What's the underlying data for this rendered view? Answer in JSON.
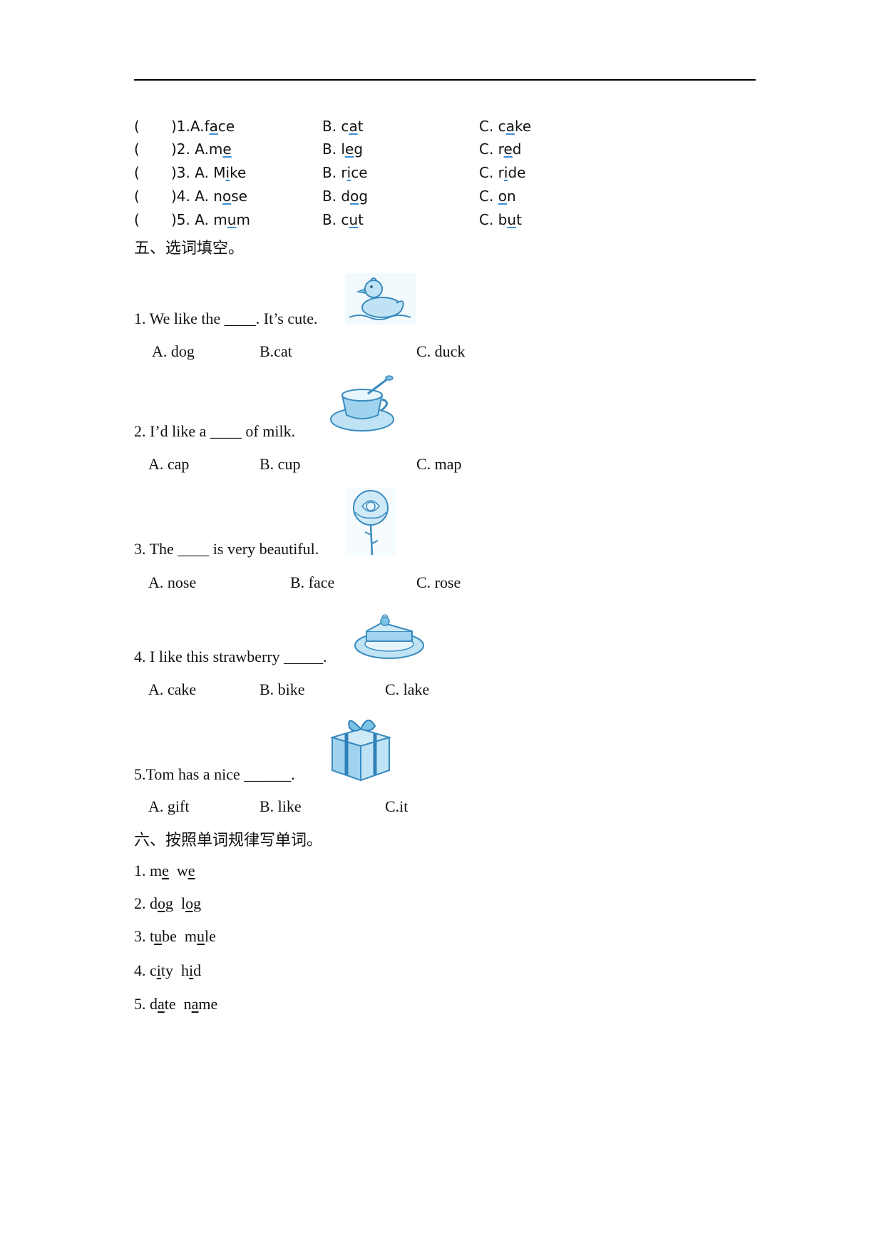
{
  "phonics": [
    {
      "paren": "(",
      "q": ")1.A.",
      "qa": "f",
      "qb": "a",
      "qc": "ce",
      "b_pre": "B. c",
      "b_u": "a",
      "b_post": "t",
      "c_pre": "C. c",
      "c_u": "a",
      "c_post": "ke"
    },
    {
      "paren": "(",
      "q": ")2. A.m",
      "qa": "",
      "qb": "e",
      "qc": "",
      "b_pre": "B. l",
      "b_u": "e",
      "b_post": "g",
      "c_pre": "C. r",
      "c_u": "e",
      "c_post": "d"
    },
    {
      "paren": "(",
      "q": ")3. A. M",
      "qa": "",
      "qb": "i",
      "qc": "ke",
      "b_pre": "B. r",
      "b_u": "i",
      "b_post": "ce",
      "c_pre": "C. r",
      "c_u": "i",
      "c_post": "de"
    },
    {
      "paren": "(",
      "q": ")4. A. n",
      "qa": "",
      "qb": "o",
      "qc": "se",
      "b_pre": "B. d",
      "b_u": "o",
      "b_post": "g",
      "c_pre": "C. ",
      "c_u": "o",
      "c_post": "n"
    },
    {
      "paren": "(",
      "q": ")5. A. m",
      "qa": "",
      "qb": "u",
      "qc": "m",
      "b_pre": "B. c",
      "b_u": "u",
      "b_post": "t",
      "c_pre": "C. b",
      "c_u": "u",
      "c_post": "t"
    }
  ],
  "section5": {
    "heading": "五、选词填空。",
    "questions": [
      {
        "text": "1. We like the ____. It’s cute.",
        "options": [
          "A. dog",
          "B.cat",
          "C. duck"
        ],
        "image": "duck-icon"
      },
      {
        "text": "2. I’d like a ____ of milk.",
        "options": [
          "A. cap",
          "B. cup",
          "C. map"
        ],
        "image": "cup-icon"
      },
      {
        "text": "3. The ____ is very beautiful.",
        "options": [
          "A. nose",
          "B. face",
          "C. rose"
        ],
        "image": "rose-icon"
      },
      {
        "text": "4. I like this strawberry _____.",
        "options": [
          "A. cake",
          "B. bike",
          "C. lake"
        ],
        "image": "cake-icon"
      },
      {
        "text": "5.Tom has a nice ______.",
        "options": [
          "A. gift",
          "B. like",
          "C.it"
        ],
        "image": "gift-icon"
      }
    ]
  },
  "section6": {
    "heading": "六、按照单词规律写单词。",
    "rows": [
      {
        "num": "1. ",
        "w1_pre": "m",
        "w1_u": "e",
        "w1_post": "",
        "w2_pre": "w",
        "w2_u": "e",
        "w2_post": ""
      },
      {
        "num": "2. ",
        "w1_pre": "d",
        "w1_u": "og",
        "w1_post": "",
        "w2_pre": "l",
        "w2_u": "og",
        "w2_post": ""
      },
      {
        "num": "3. ",
        "w1_pre": "t",
        "w1_u": "u",
        "w1_post": "be",
        "w2_pre": "m",
        "w2_u": "u",
        "w2_post": "le"
      },
      {
        "num": "4. ",
        "w1_pre": "c",
        "w1_u": "i",
        "w1_post": "ty",
        "w2_pre": "h",
        "w2_u": "i",
        "w2_post": "d"
      },
      {
        "num": "5. ",
        "w1_pre": "d",
        "w1_u": "a",
        "w1_post": "te",
        "w2_pre": "n",
        "w2_u": "a",
        "w2_post": "me"
      }
    ]
  }
}
